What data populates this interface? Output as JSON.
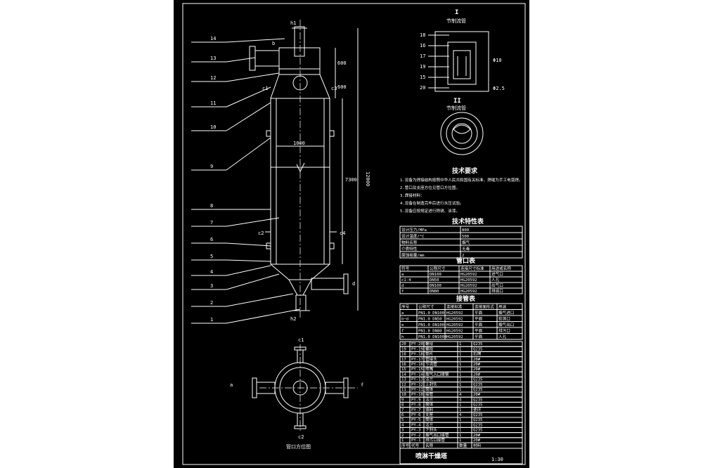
{
  "drawing": {
    "leader_numbers": [
      "14",
      "13",
      "12",
      "11",
      "10",
      "9",
      "8",
      "7",
      "6",
      "5",
      "4",
      "3",
      "2",
      "1"
    ],
    "nozzle_labels": {
      "h1": "h1",
      "b": "b",
      "c1": "c1",
      "c2": "c2",
      "c3": "c3",
      "c4": "c4",
      "a": "a",
      "f": "f",
      "h2": "h2",
      "d": "d"
    },
    "dimensions": {
      "overall_height": "12000",
      "shell_height": "7300",
      "top_600a": "600",
      "top_600b": "600",
      "diameter": "1000"
    },
    "detail_I": {
      "mark": "I",
      "caption": "节制流管",
      "parts": [
        "18",
        "16",
        "17",
        "19",
        "15",
        "20"
      ],
      "dims": [
        "Φ10",
        "Φ2.5"
      ]
    },
    "detail_II": {
      "mark": "II",
      "caption": "节制流管"
    },
    "plan_view": {
      "label_c1": "c1",
      "label_a": "a",
      "label_f": "f",
      "label_c2": "c2",
      "caption": "管口方位图"
    }
  },
  "notes": {
    "title": "技术要求",
    "lines": [
      "1.设备为焊接结构按照中华人民共和国有关标准，焊缝为手工电弧焊。",
      "2.管口及支座方位见管口方位图。",
      "3.焊接材料：",
      "4.设备在制造完毕后进行水压试验。",
      "5.设备应按规定进行除锈、涂漆。"
    ]
  },
  "tech_table": {
    "title": "技术特性表",
    "rows": [
      [
        "设计压力/MPa",
        "800"
      ],
      [
        "设计温度/°C",
        "500"
      ],
      [
        "物料名称",
        "烟气"
      ],
      [
        "介质特性",
        "无毒"
      ],
      [
        "腐蚀裕量/mm",
        "2"
      ]
    ]
  },
  "nozzle_table": {
    "title": "管口表",
    "headers": [
      "符号",
      "公称尺寸",
      "连接尺寸标准",
      "用途或名称"
    ],
    "rows": [
      [
        "a",
        "DN100",
        "HG20592",
        "进气口"
      ],
      [
        "c1-4",
        "DN50",
        "HG20592",
        "人孔"
      ],
      [
        "d",
        "DN100",
        "HG20592",
        "出气口"
      ],
      [
        "f",
        "DN80",
        "HG20592",
        "排液口"
      ]
    ]
  },
  "connect_table": {
    "title": "接管表",
    "headers": [
      "序号",
      "公称尺寸",
      "连接标准",
      "连接面形式",
      "用途"
    ],
    "rows": [
      [
        "a",
        "PN1.0 DN100",
        "HG20592",
        "平面",
        "烟气进口"
      ],
      [
        "b~d",
        "PN1.0 DN50",
        "HG20592",
        "平面",
        "检测口"
      ],
      [
        "e",
        "PN1.0 DN100",
        "HG20592",
        "平面",
        "烟气出口"
      ],
      [
        "f",
        "PN1.0 DN80",
        "HG20592",
        "平面",
        "排污口"
      ],
      [
        "h",
        "PN1.0 DN1000",
        "HG20592",
        "平面",
        "人孔"
      ]
    ]
  },
  "parts_list": {
    "rows": [
      [
        "20",
        "PY-20",
        "螺母",
        "1",
        "Q235"
      ],
      [
        "19",
        "PY-19",
        "螺栓",
        "1",
        "Q235"
      ],
      [
        "18",
        "PY-18",
        "垫片",
        "1",
        "石棉"
      ],
      [
        "17",
        "PY-17",
        "管接头",
        "1",
        "20#"
      ],
      [
        "16",
        "PY-16",
        "节流管",
        "1",
        "20#"
      ],
      [
        "15",
        "PY-15",
        "喷嘴",
        "1",
        "20#"
      ],
      [
        "14",
        "PY-14",
        "烟气入口接管",
        "1",
        "20#"
      ],
      [
        "13",
        "PY-13",
        "法兰",
        "1",
        "Q235"
      ],
      [
        "12",
        "PY-12",
        "上封头",
        "1",
        "Q235"
      ],
      [
        "11",
        "PY-11",
        "筒体",
        "1",
        "Q235"
      ],
      [
        "10",
        "PY-10",
        "接管",
        "4",
        "20#"
      ],
      [
        "9",
        "PY-9",
        "法兰",
        "4",
        "Q235"
      ],
      [
        "8",
        "PY-8",
        "筒体",
        "1",
        "Q235"
      ],
      [
        "7",
        "PY-7",
        "填料",
        "1",
        "瓷环"
      ],
      [
        "6",
        "PY-6",
        "支座",
        "4",
        "Q235"
      ],
      [
        "5",
        "PY-5",
        "筒体",
        "1",
        "Q235"
      ],
      [
        "4",
        "PY-4",
        "法兰",
        "1",
        "Q235"
      ],
      [
        "3",
        "PY-3",
        "下封头",
        "1",
        "Q235"
      ],
      [
        "2",
        "PY-2",
        "烟气出口接管",
        "1",
        "20#"
      ],
      [
        "1",
        "PY-1",
        "排污口接管",
        "1",
        "20#"
      ]
    ],
    "header": [
      "序号",
      "代号",
      "名称",
      "数量",
      "材料"
    ],
    "title_block": {
      "name": "喷淋干燥塔",
      "scale": "1:30"
    }
  }
}
